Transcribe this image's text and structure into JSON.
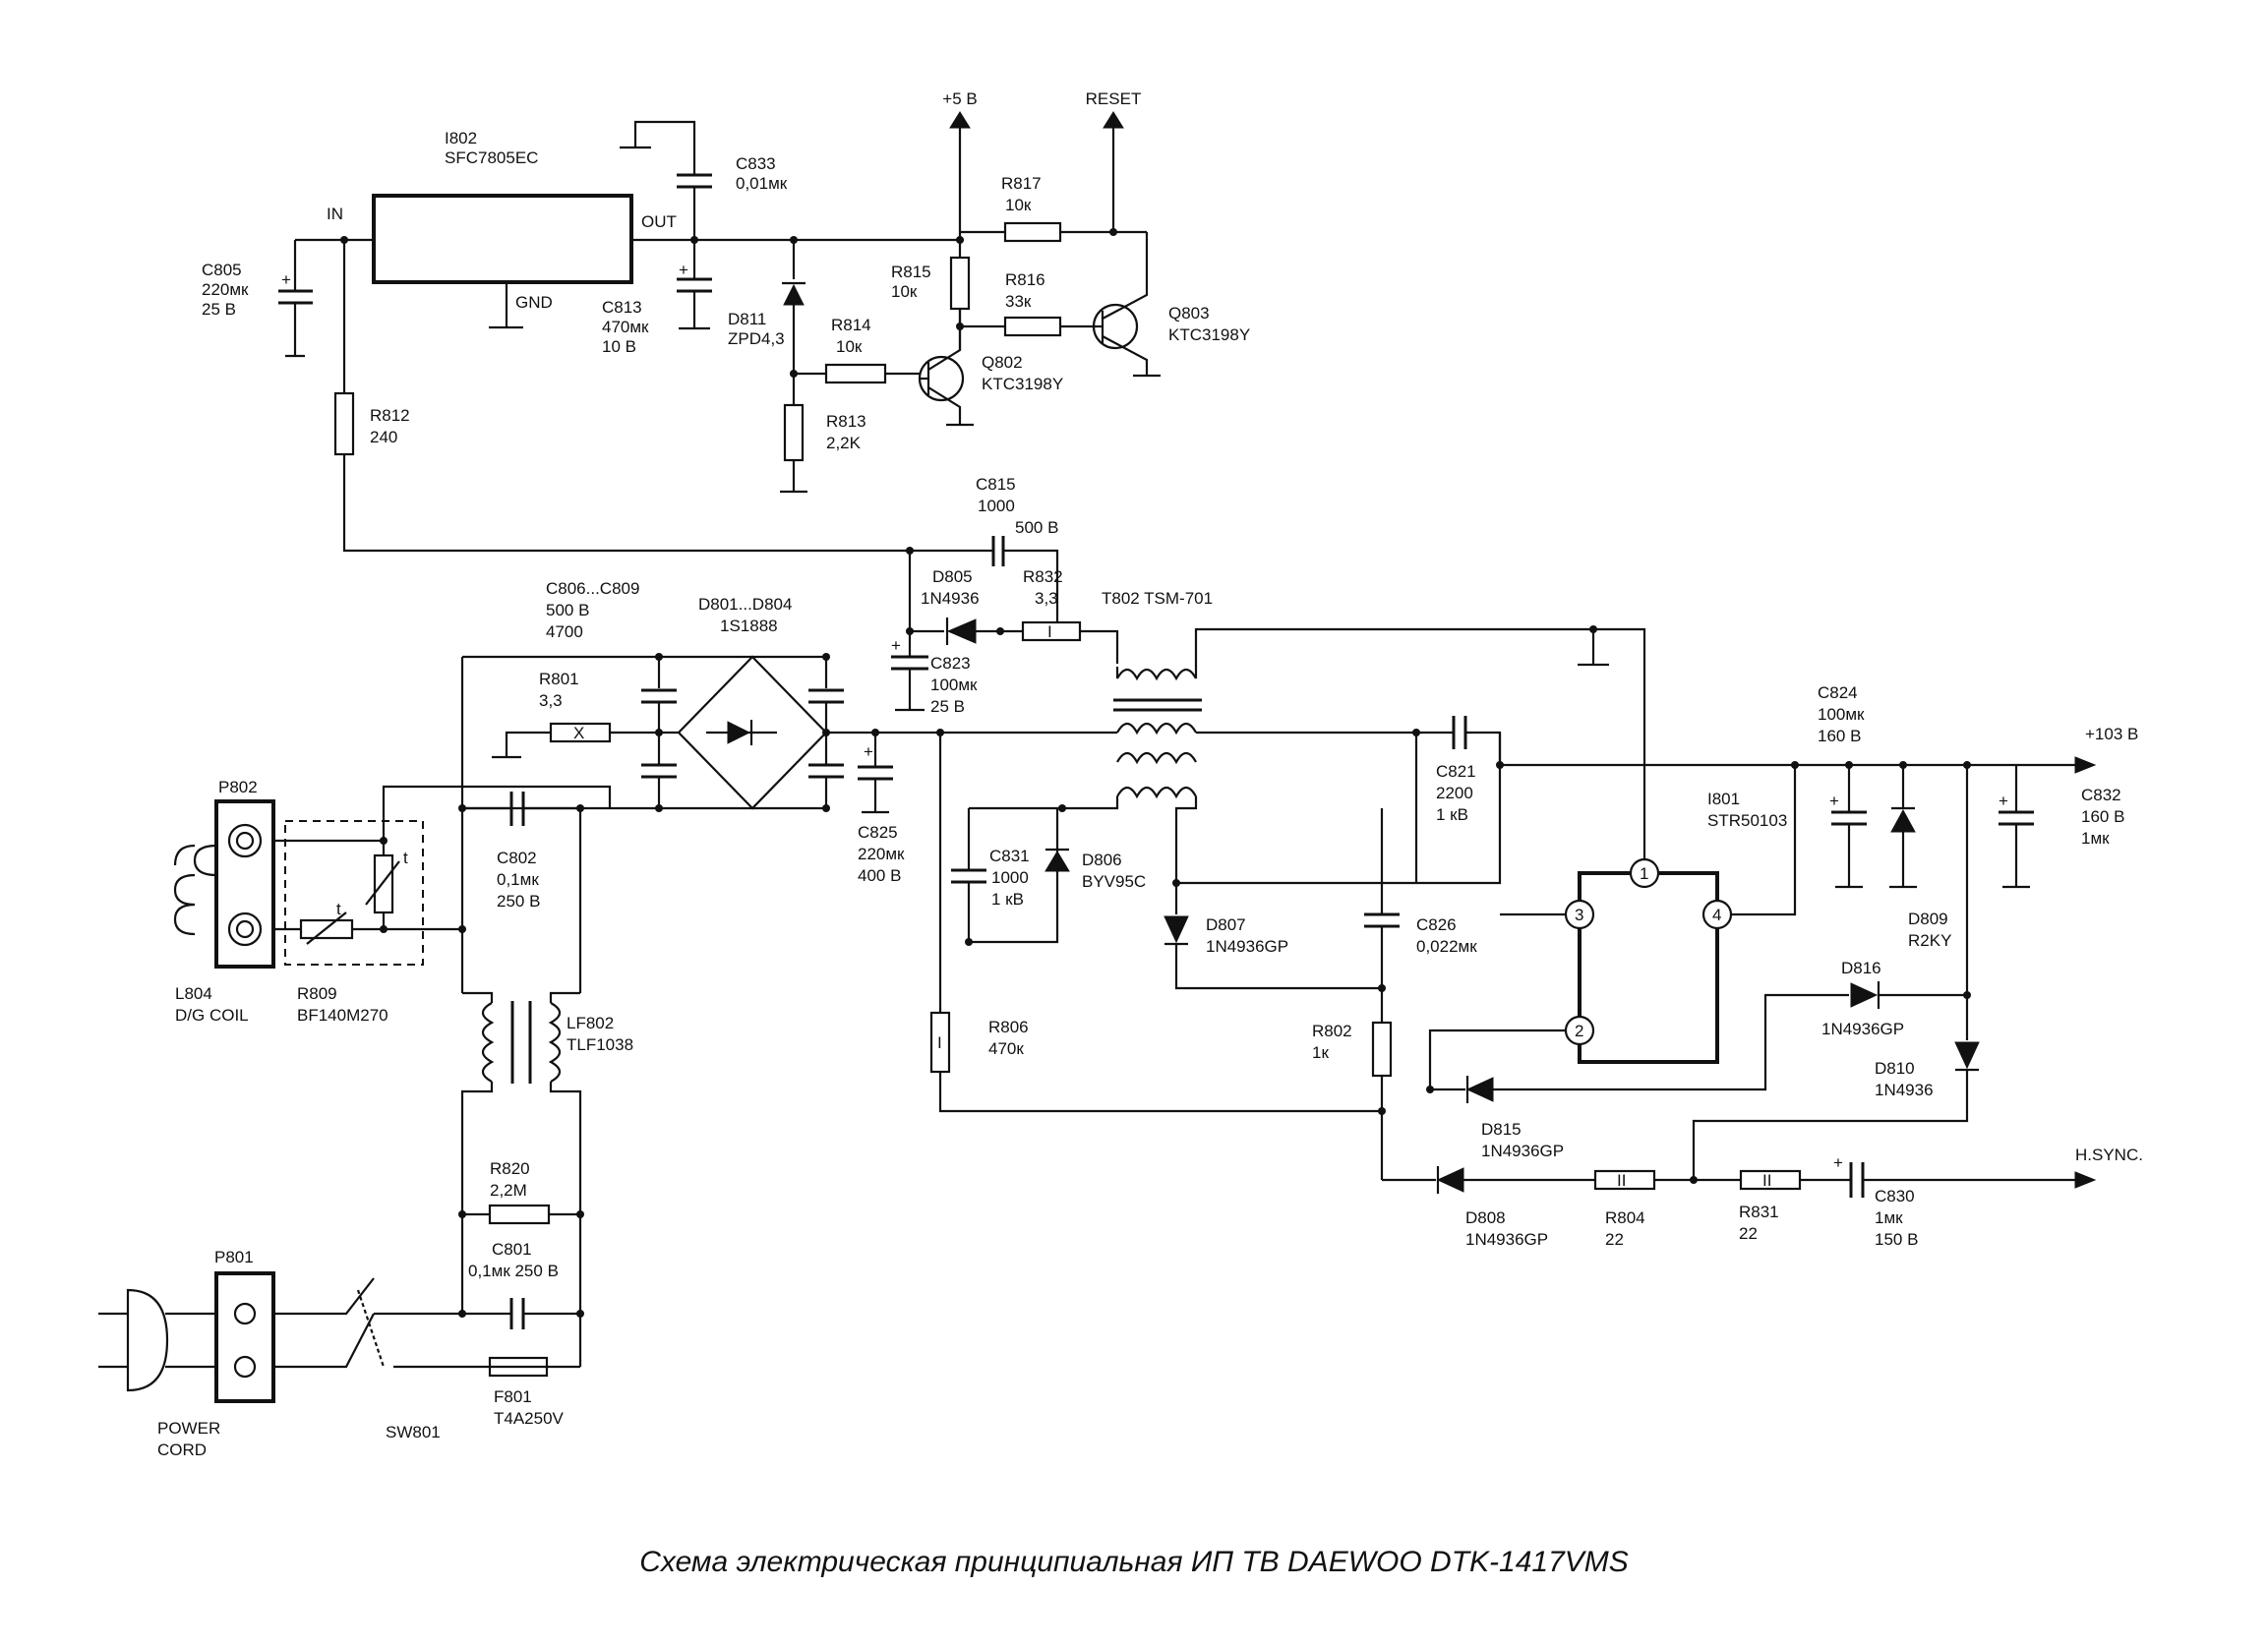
{
  "caption": "Схема электрическая принципиальная ИП ТВ DAEWOO DTK-1417VMS",
  "nets": {
    "plus5v": "+5 В",
    "reset": "RESET",
    "in": "IN",
    "out": "OUT",
    "gnd": "GND",
    "plus103v": "+103 В",
    "hsync": "H.SYNC."
  },
  "components": {
    "i802": [
      "I802",
      "SFC7805EC"
    ],
    "c833": [
      "C833",
      "0,01мк"
    ],
    "c805": [
      "C805",
      "220мк",
      "25 В"
    ],
    "c813": [
      "C813",
      "470мк",
      "10 В"
    ],
    "d811": [
      "D811",
      "ZPD4,3"
    ],
    "r817": [
      "R817",
      "10к"
    ],
    "r815": [
      "R815",
      "10к"
    ],
    "r816": [
      "R816",
      "33к"
    ],
    "q803": [
      "Q803",
      "KTC3198Y"
    ],
    "r814": [
      "R814",
      "10к"
    ],
    "q802": [
      "Q802",
      "KTC3198Y"
    ],
    "r812": [
      "R812",
      "240"
    ],
    "r813": [
      "R813",
      "2,2K"
    ],
    "c815": [
      "C815",
      "1000",
      "500 В"
    ],
    "d805": [
      "D805",
      "1N4936"
    ],
    "r832": [
      "R832",
      "3,3"
    ],
    "t802": [
      "T802  TSM-701"
    ],
    "c806": [
      "C806...C809",
      "500 В",
      "4700"
    ],
    "d801": [
      "D801...D804",
      "1S1888"
    ],
    "r801": [
      "R801",
      "3,3"
    ],
    "c823": [
      "C823",
      "100мк",
      "25 В"
    ],
    "c824": [
      "C824",
      "100мк",
      "160 В"
    ],
    "p802": [
      "P802"
    ],
    "c821": [
      "C821",
      "2200",
      "1 кВ"
    ],
    "c802": [
      "C802",
      "0,1мк",
      "250 В"
    ],
    "c825": [
      "C825",
      "220мк",
      "400 В"
    ],
    "c831": [
      "C831",
      "1000",
      "1 кВ"
    ],
    "d806": [
      "D806",
      "BYV95C"
    ],
    "i801": [
      "I801",
      "STR50103"
    ],
    "c832": [
      "C832",
      "160 В",
      "1мк"
    ],
    "d807": [
      "D807",
      "1N4936GP"
    ],
    "c826": [
      "C826",
      "0,022мк"
    ],
    "d809": [
      "D809",
      "R2KY"
    ],
    "l804": [
      "L804",
      "D/G COIL"
    ],
    "r809": [
      "R809",
      "BF140M270"
    ],
    "d816": [
      "D816",
      "1N4936GP"
    ],
    "lf802": [
      "LF802",
      "TLF1038"
    ],
    "r806": [
      "R806",
      "470к"
    ],
    "r802": [
      "R802",
      "1к"
    ],
    "d810": [
      "D810",
      "1N4936"
    ],
    "d815": [
      "D815",
      "1N4936GP"
    ],
    "r820": [
      "R820",
      "2,2M"
    ],
    "d808": [
      "D808",
      "1N4936GP"
    ],
    "r804": [
      "R804",
      "22"
    ],
    "r831": [
      "R831",
      "22"
    ],
    "c830": [
      "C830",
      "1мк",
      "150 В"
    ],
    "c801": [
      "C801",
      "0,1мк 250 В"
    ],
    "p801": [
      "P801"
    ],
    "f801": [
      "F801",
      "T4A250V"
    ],
    "power_cord": [
      "POWER",
      "CORD"
    ],
    "sw801": [
      "SW801"
    ]
  },
  "ic_pins": [
    "1",
    "2",
    "3",
    "4"
  ],
  "marks": {
    "plus": "+",
    "thermistor": "t",
    "bridge_x": "X",
    "res_i": "I",
    "res_ii": "II"
  }
}
